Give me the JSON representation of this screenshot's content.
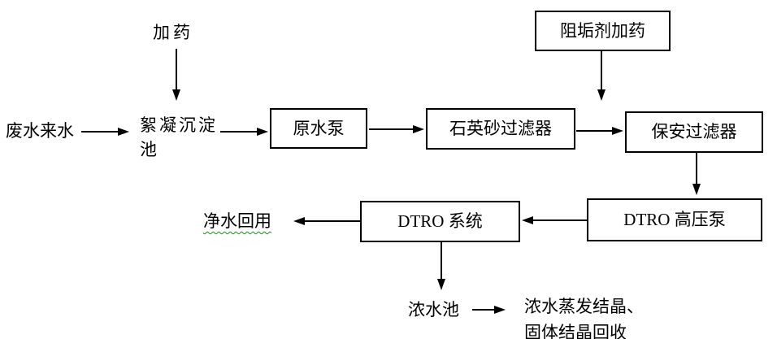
{
  "colors": {
    "ink": "#000000",
    "background": "#ffffff",
    "spellcheck_underline": "#00a000"
  },
  "flowchart": {
    "labels": {
      "dosing": "加药",
      "feedwater": "废水来水",
      "floc_tank": "絮凝沉淀池",
      "clean_water_reuse": "净水回用",
      "concentrate_tank": "浓水池",
      "evaporation_line1": "浓水蒸发结晶、",
      "evaporation_line2": "固体结晶回收"
    },
    "boxes": {
      "raw_pump": "原水泵",
      "sand_filter": "石英砂过滤器",
      "security_filter": "保安过滤器",
      "antiscalant_dosing": "阻垢剂加药",
      "dtro_pump": "DTRO 高压泵",
      "dtro_system": "DTRO 系统"
    },
    "edges": [
      {
        "from": "加药",
        "to": "絮凝沉淀池",
        "direction": "down"
      },
      {
        "from": "废水来水",
        "to": "絮凝沉淀池",
        "direction": "right"
      },
      {
        "from": "絮凝沉淀池",
        "to": "原水泵",
        "direction": "right"
      },
      {
        "from": "原水泵",
        "to": "石英砂过滤器",
        "direction": "right"
      },
      {
        "from": "石英砂过滤器",
        "to": "保安过滤器",
        "direction": "right"
      },
      {
        "from": "阻垢剂加药",
        "to": "保安过滤器",
        "direction": "down"
      },
      {
        "from": "保安过滤器",
        "to": "DTRO 高压泵",
        "direction": "down"
      },
      {
        "from": "DTRO 高压泵",
        "to": "DTRO 系统",
        "direction": "left"
      },
      {
        "from": "DTRO 系统",
        "to": "净水回用",
        "direction": "left"
      },
      {
        "from": "DTRO 系统",
        "to": "浓水池",
        "direction": "down"
      },
      {
        "from": "浓水池",
        "to": "浓水蒸发结晶、固体结晶回收",
        "direction": "right"
      }
    ]
  }
}
